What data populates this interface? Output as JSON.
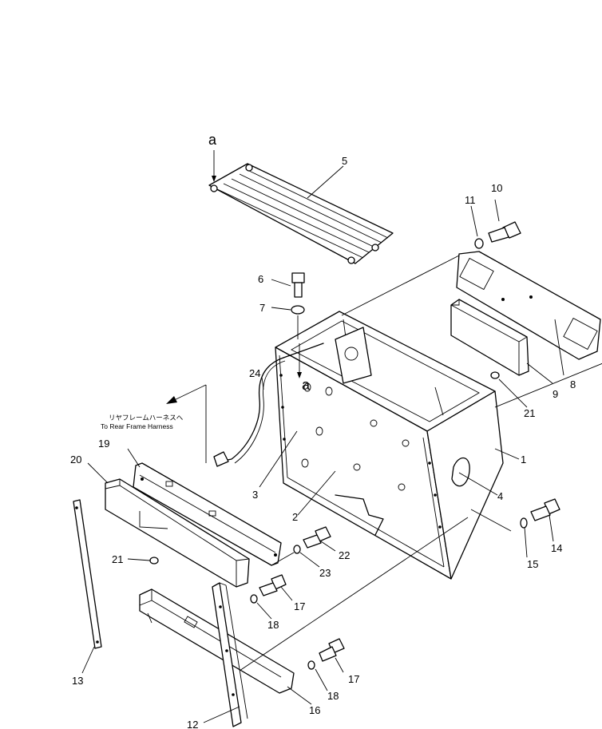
{
  "callouts": {
    "c1": "1",
    "c2": "2",
    "c3": "3",
    "c4": "4",
    "c5": "5",
    "c6": "6",
    "c7": "7",
    "c8": "8",
    "c9": "9",
    "c10": "10",
    "c11": "11",
    "c12": "12",
    "c13": "13",
    "c14": "14",
    "c15": "15",
    "c16": "16",
    "c17a": "17",
    "c17b": "17",
    "c18a": "18",
    "c18b": "18",
    "c19": "19",
    "c20": "20",
    "c21a": "21",
    "c21b": "21",
    "c22": "22",
    "c23": "23",
    "c24": "24"
  },
  "markers": {
    "a_top": "a",
    "a_mid": "a"
  },
  "harness_note": {
    "jp": "リヤフレームハーネスへ",
    "en": "To Rear Frame Harness"
  }
}
